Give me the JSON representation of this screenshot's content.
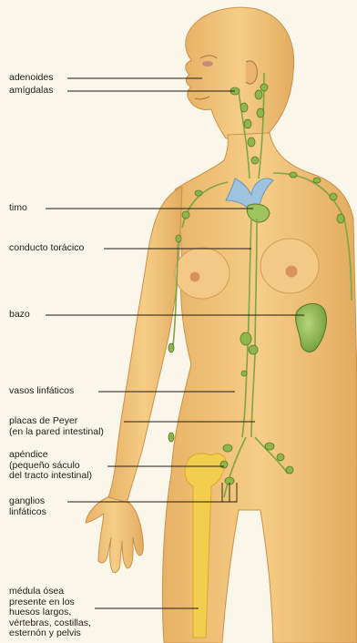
{
  "labels": {
    "adenoides": "adenoides",
    "amigdalas": "amígdalas",
    "timo": "timo",
    "conducto": "conducto torácico",
    "bazo": "bazo",
    "vasos": "vasos linfáticos",
    "peyer": "placas de Peyer\n(en la pared intestinal)",
    "apendice": "apéndice\n(pequeño sáculo\ndel tracto intestinal)",
    "ganglios": "ganglios\nlinfáticos",
    "medula": "médula ósea\npresente en los\nhuesos largos,\nvértebras, costillas,\nesternón y pelvis"
  },
  "colors": {
    "skin": "#f2c57c",
    "skin_shade": "#dca55e",
    "lymph": "#8bb04a",
    "lymph_dark": "#5c7d2a",
    "thymus": "#9bc0dc",
    "bone": "#f5cf52",
    "leader": "#1f1c16"
  }
}
